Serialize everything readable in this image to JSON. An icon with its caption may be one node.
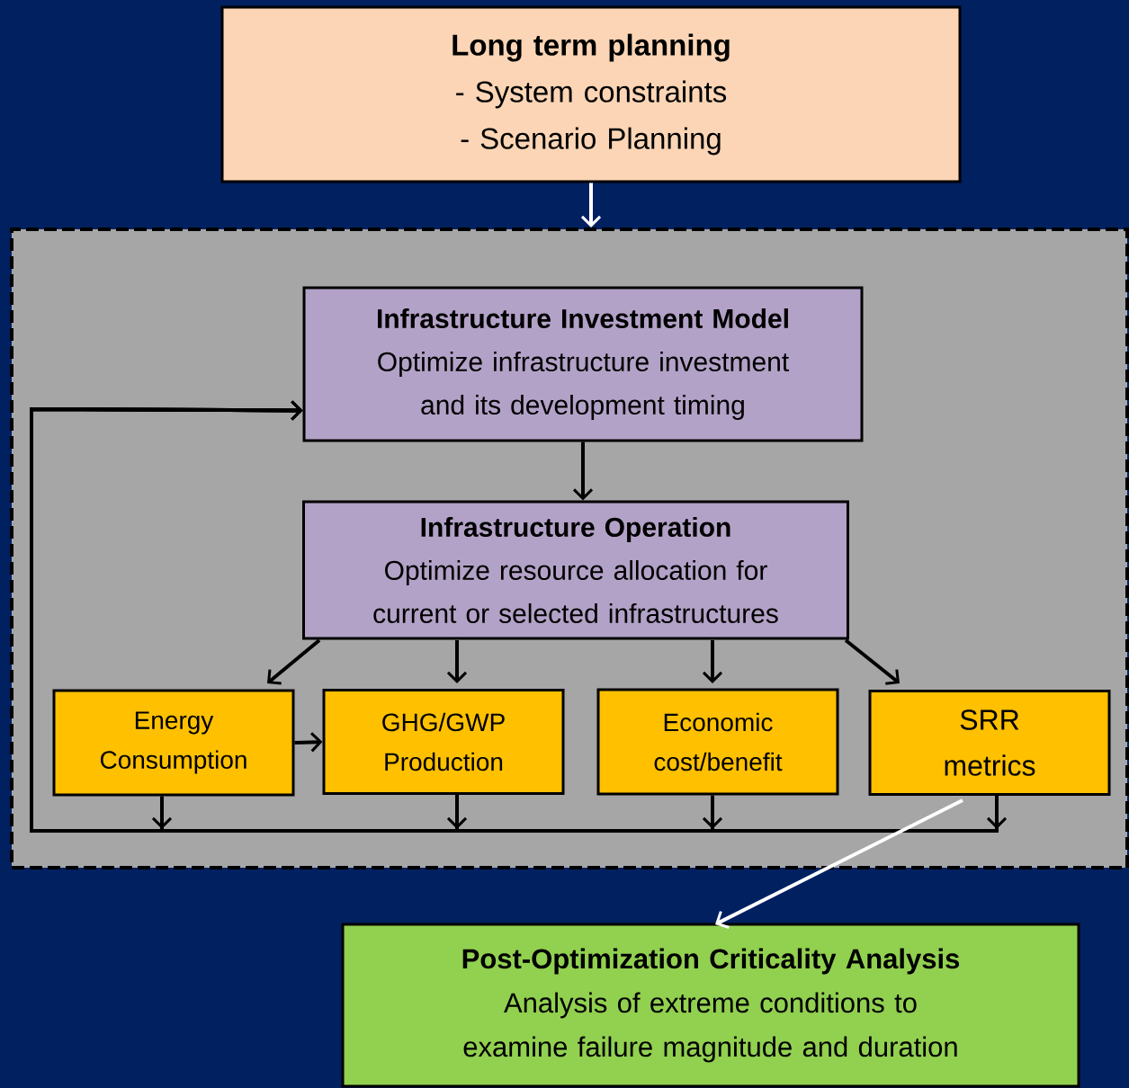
{
  "diagram": {
    "nodes": [
      {
        "text": [
          "Long term planning",
          "- System constraints",
          "- Scenario Planning"
        ]
      },
      {
        "text": [],
        "shape": "box"
      },
      {
        "text": [
          "Infrastructure Investment Model",
          "Optimize infrastructure investment and its development timing"
        ],
        "in": 1
      },
      {
        "text": [
          "Infrastructure Operation",
          "Optimize resource allocation for current or selected infrastructures"
        ],
        "in": 1
      },
      {
        "text": [
          "Energy Consumption"
        ],
        "in": 1
      },
      {
        "text": [
          "GHG/GWP Production"
        ],
        "in": 1
      },
      {
        "text": [
          "Economic cost/benefit"
        ],
        "in": 1
      },
      {
        "text": [
          "SRR metrics"
        ],
        "in": 1
      },
      {
        "text": [
          "Post-Optimization Criticality Analysis",
          "Analysis of extreme conditions to examine failure magnitude and duration"
        ]
      }
    ],
    "edges": [
      {
        "from": 0,
        "to": 1,
        "arrow": "to",
        "color": "#ffffff"
      },
      {
        "from": 2,
        "to": 3,
        "arrow": "to"
      },
      {
        "from": 3,
        "to": 4,
        "arrow": "to"
      },
      {
        "from": 3,
        "to": 5,
        "arrow": "to"
      },
      {
        "from": 3,
        "to": 6,
        "arrow": "to"
      },
      {
        "from": 3,
        "to": 7,
        "arrow": "to"
      },
      {
        "from": 4,
        "to": 5,
        "arrow": "to"
      },
      {
        "from": 4,
        "to": 2,
        "arrow": "to"
      },
      {
        "from": 5,
        "to": 2,
        "arrow": "to"
      },
      {
        "from": 6,
        "to": 2,
        "arrow": "to"
      },
      {
        "from": 7,
        "to": 2,
        "arrow": "to"
      },
      {
        "from": 7,
        "to": 8,
        "arrow": "to",
        "color": "#ffffff"
      }
    ]
  }
}
